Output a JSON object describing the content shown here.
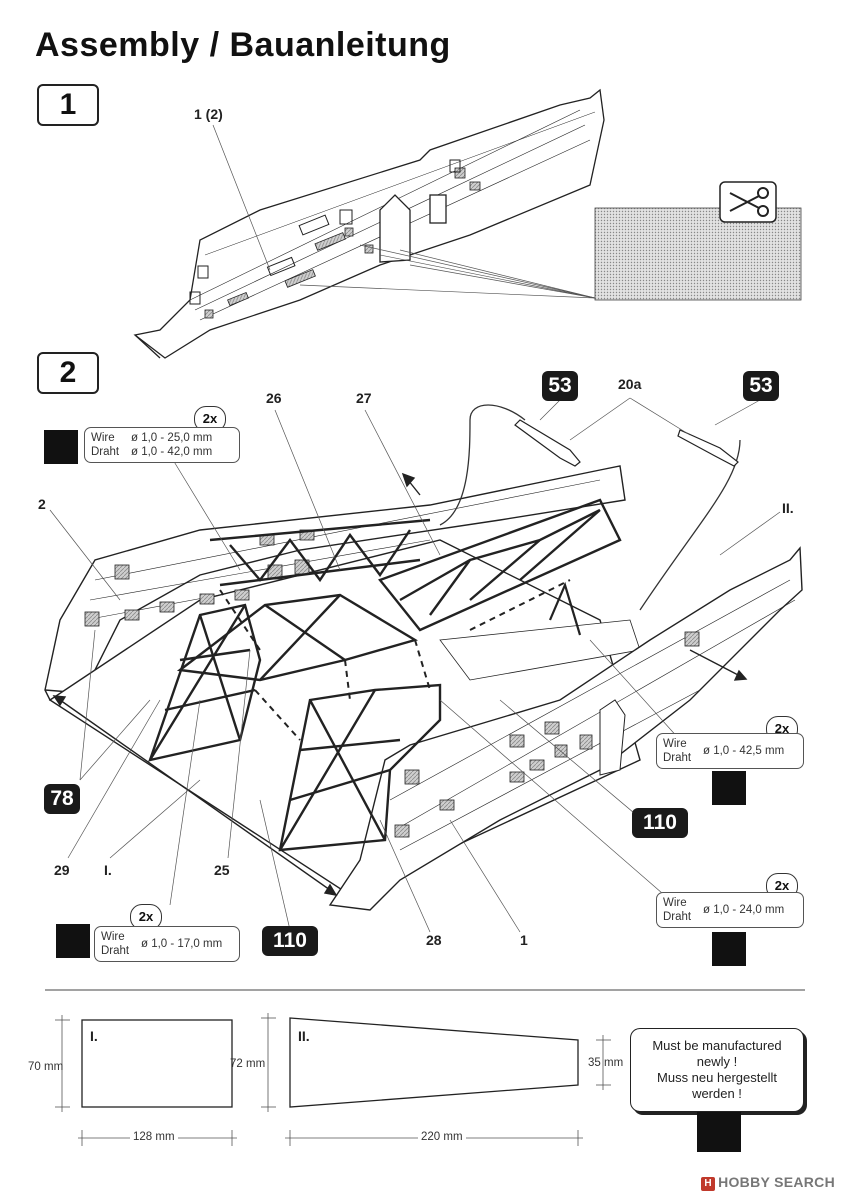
{
  "title": "Assembly / Bauanleitung",
  "steps": [
    "1",
    "2"
  ],
  "step1": {
    "part_label": "1 (2)",
    "tool": "scissors-icon"
  },
  "step2": {
    "labels": {
      "p26": "26",
      "p27": "27",
      "p20a": "20a",
      "p2": "2",
      "pII": "II.",
      "p29": "29",
      "pI": "I.",
      "p25": "25",
      "p28": "28",
      "p1": "1"
    },
    "badges": {
      "b53a": "53",
      "b53b": "53",
      "b78": "78",
      "b110a": "110",
      "b110b": "110"
    },
    "wires": [
      {
        "qty": "2x",
        "line1_label": "Wire",
        "line1_value": "ø 1,0 - 25,0 mm",
        "line2_label": "Draht",
        "line2_value": "ø 1,0 - 42,0 mm"
      },
      {
        "qty": "2x",
        "line1_label": "Wire",
        "line2_label": "Draht",
        "value": "ø 1,0 - 42,5 mm"
      },
      {
        "qty": "2x",
        "line1_label": "Wire",
        "line2_label": "Draht",
        "value": "ø 1,0 - 24,0 mm"
      },
      {
        "qty": "2x",
        "line1_label": "Wire",
        "line2_label": "Draht",
        "value": "ø 1,0 - 17,0 mm"
      }
    ]
  },
  "templates": {
    "I": {
      "label": "I.",
      "height": "70 mm",
      "width": "128 mm"
    },
    "II": {
      "label": "II.",
      "height_left": "72 mm",
      "height_right": "35 mm",
      "width": "220 mm"
    }
  },
  "note": {
    "line1": "Must be manufactured",
    "line2": "newly !",
    "line3": "Muss  neu  hergestellt",
    "line4": "werden !"
  },
  "footer": {
    "brand_mark": "H",
    "brand": "HOBBY SEARCH"
  }
}
